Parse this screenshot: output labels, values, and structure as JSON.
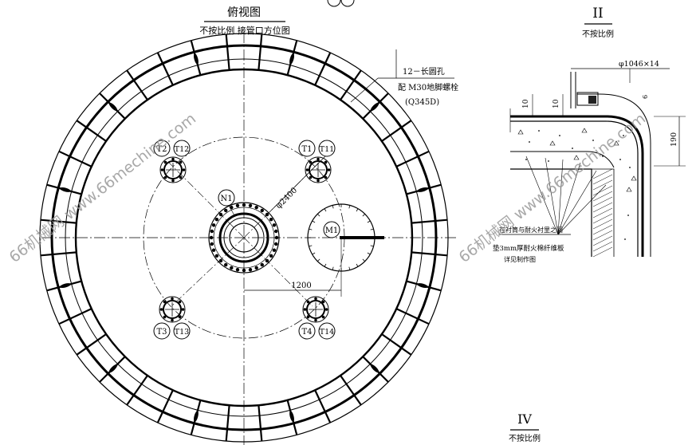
{
  "top_view": {
    "title": "俯视图",
    "subtitle": "不按比例 接管口方位图",
    "bolt_note_line1": "12－长圆孔",
    "bolt_note_line2": "配 M30地脚螺栓",
    "bolt_note_line3": "(Q345D)",
    "dim_circle": "φ2400",
    "dim_offset": "1200",
    "nozzles": {
      "n1": "N1",
      "m1": "M1",
      "t1": "T1",
      "t11": "T11",
      "t2": "T2",
      "t12": "T12",
      "t3": "T3",
      "t13": "T13",
      "t4": "T4",
      "t14": "T14"
    }
  },
  "detail_ii": {
    "roman": "II",
    "scale": "不按比例",
    "dim_diameter": "φ1046×14",
    "dim_h1": "10",
    "dim_h2": "10",
    "dim_h3": "190",
    "dim_small": "6",
    "note_line1": "在衬筒与耐火衬里之间",
    "note_line2": "垫3mm厚耐火棉纤维板",
    "note_line3": "详见制作图"
  },
  "detail_iv": {
    "roman": "IV",
    "scale": "不按比例"
  },
  "watermarks": {
    "wm_left": "66机械网 www.66mechine.com",
    "wm_right": "66机械网 www.66mechine.com"
  }
}
